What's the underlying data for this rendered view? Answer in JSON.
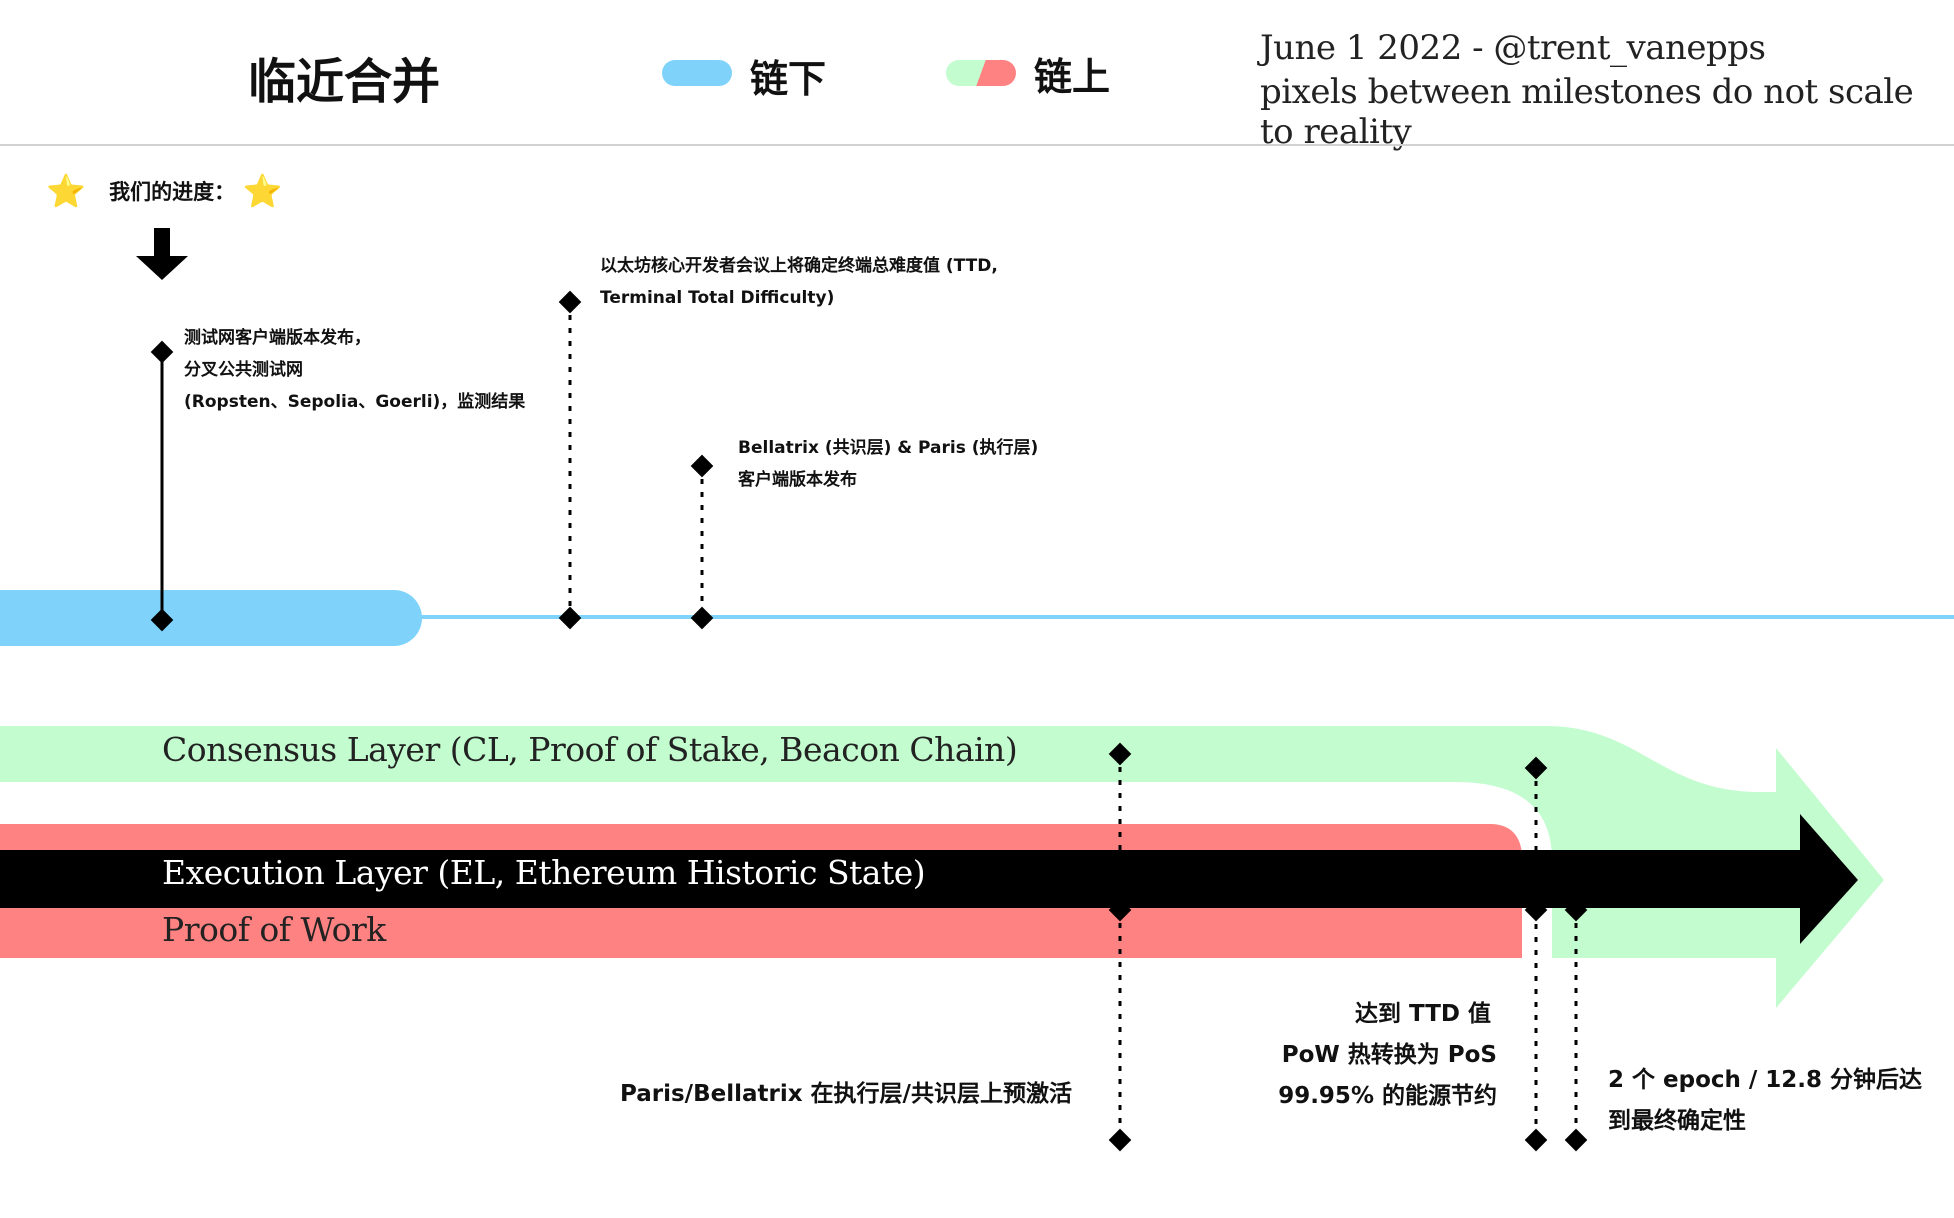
{
  "header": {
    "title": "临近合并",
    "legend_offchain": "链下",
    "legend_onchain": "链上",
    "note_line1": "June 1 2022 - @trent_vanepps",
    "note_line2": "pixels between milestones do not scale to reality"
  },
  "progress": {
    "label": "我们的进度：",
    "star_left": "⭐",
    "star_right": "⭐"
  },
  "milestones": {
    "testnet": [
      "测试网客户端版本发布，",
      "分叉公共测试网",
      "(Ropsten、Sepolia、Goerli)，监测结果"
    ],
    "ttd": [
      "以太坊核心开发者会议上将确定终端总难度值 (TTD,",
      "Terminal Total Difficulty)"
    ],
    "bellatrix": [
      "Bellatrix (共识层) & Paris (执行层)",
      "客户端版本发布"
    ],
    "activate": "Paris/Bellatrix 在执行层/共识层上预激活",
    "ttd_reached": [
      "达到 TTD 值",
      "PoW 热转换为 PoS",
      "99.95% 的能源节约"
    ],
    "finality": [
      "2 个 epoch / 12.8 分钟后达",
      "到最终确定性"
    ]
  },
  "layers": {
    "consensus": "Consensus Layer (CL, Proof of Stake, Beacon Chain)",
    "execution": "Execution Layer (EL, Ethereum Historic State)",
    "pow": "Proof of Work"
  },
  "colors": {
    "offchain": "#7fd3fb",
    "consensus": "#c3fccf",
    "pow": "#ff8282",
    "execution": "#000000"
  }
}
